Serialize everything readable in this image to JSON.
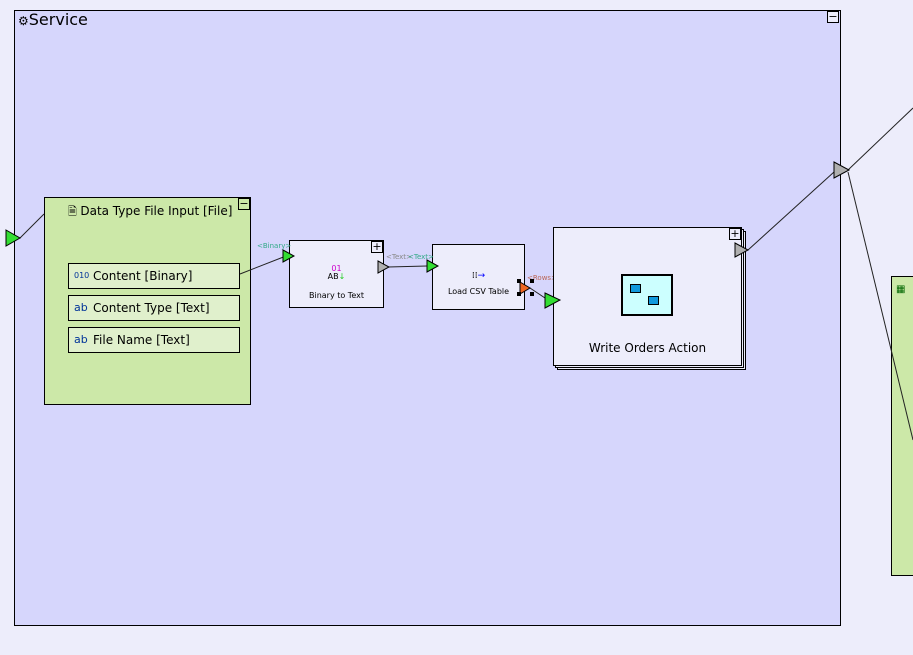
{
  "service": {
    "title": "Service",
    "icon": "gears-icon"
  },
  "file_input": {
    "title": "Data Type File Input [File]",
    "icon": "document-icon",
    "fields": [
      {
        "label": "Content [Binary]",
        "icon": "binary-icon",
        "glyph": "010\n101"
      },
      {
        "label": "Content Type [Text]",
        "icon": "text-type-icon",
        "glyph": "ab"
      },
      {
        "label": "File Name [Text]",
        "icon": "text-type-icon",
        "glyph": "ab"
      }
    ]
  },
  "binary_to_text": {
    "title": "Binary to Text",
    "in_label": "<Binary>",
    "out_label": "<Text>"
  },
  "load_csv": {
    "title": "Load CSV Table",
    "in_label": "<Text>",
    "out_label": "<Rows>"
  },
  "write_orders": {
    "title": "Write Orders Action"
  },
  "colors": {
    "service_bg": "#d6d6fc",
    "node_bg": "#ededfb",
    "input_bg": "#cce8a8",
    "port_green": "#33dd33",
    "port_gray": "#b0b0b0",
    "port_orange": "#ee6622"
  }
}
